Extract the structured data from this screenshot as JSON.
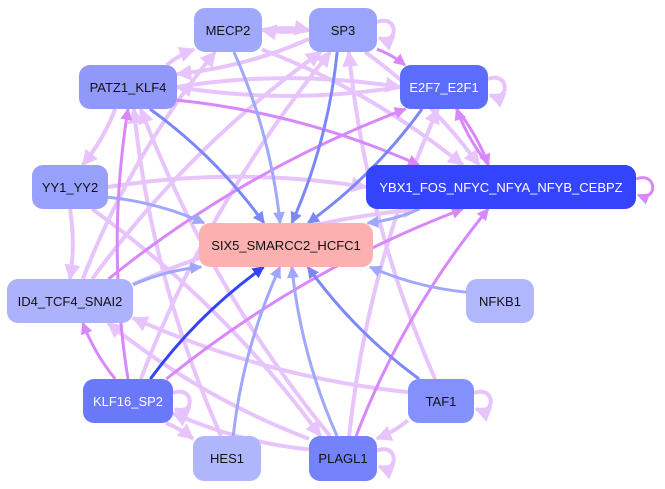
{
  "nodes": [
    {
      "id": "MECP2",
      "label": "MECP2",
      "color": "#a0a8fb",
      "text": "dark"
    },
    {
      "id": "SP3",
      "label": "SP3",
      "color": "#9aa4fc",
      "text": "dark"
    },
    {
      "id": "PATZ1_KLF4",
      "label": "PATZ1_KLF4",
      "color": "#9098f9",
      "text": "dark"
    },
    {
      "id": "E2F7_E2F1",
      "label": "E2F7_E2F1",
      "color": "#5c6cfc",
      "text": "light"
    },
    {
      "id": "YY1_YY2",
      "label": "YY1_YY2",
      "color": "#97a0fc",
      "text": "dark"
    },
    {
      "id": "YBX1",
      "label": "YBX1_FOS_NFYC_NFYA_NFYB_CEBPZ",
      "color": "#3344fc",
      "text": "light"
    },
    {
      "id": "SIX5",
      "label": "SIX5_SMARCC2_HCFC1",
      "color": "#fcb0b0",
      "text": "dark"
    },
    {
      "id": "ID4",
      "label": "ID4_TCF4_SNAI2",
      "color": "#acb3fc",
      "text": "dark"
    },
    {
      "id": "NFKB1",
      "label": "NFKB1",
      "color": "#b0b7fc",
      "text": "dark"
    },
    {
      "id": "KLF16_SP2",
      "label": "KLF16_SP2",
      "color": "#6a78fa",
      "text": "light"
    },
    {
      "id": "TAF1",
      "label": "TAF1",
      "color": "#8490fb",
      "text": "dark"
    },
    {
      "id": "HES1",
      "label": "HES1",
      "color": "#b0b6fc",
      "text": "dark"
    },
    {
      "id": "PLAGL1",
      "label": "PLAGL1",
      "color": "#7482fb",
      "text": "dark"
    }
  ],
  "edge_colors": {
    "light": "#e8c4fc",
    "mid": "#d888fc",
    "blue": "#a0a8fb",
    "strong_blue": "#7c88f8",
    "dark_blue": "#3344fc"
  },
  "edges": [
    [
      "MECP2",
      "SIX5",
      "blue"
    ],
    [
      "SP3",
      "SIX5",
      "strong_blue"
    ],
    [
      "PATZ1_KLF4",
      "SIX5",
      "strong_blue"
    ],
    [
      "E2F7_E2F1",
      "SIX5",
      "strong_blue"
    ],
    [
      "YY1_YY2",
      "SIX5",
      "blue"
    ],
    [
      "YBX1",
      "SIX5",
      "blue"
    ],
    [
      "ID4",
      "SIX5",
      "blue"
    ],
    [
      "NFKB1",
      "SIX5",
      "blue"
    ],
    [
      "KLF16_SP2",
      "SIX5",
      "dark_blue"
    ],
    [
      "TAF1",
      "SIX5",
      "strong_blue"
    ],
    [
      "HES1",
      "SIX5",
      "blue"
    ],
    [
      "PLAGL1",
      "SIX5",
      "blue"
    ],
    [
      "MECP2",
      "SP3",
      "light"
    ],
    [
      "SP3",
      "MECP2",
      "light"
    ],
    [
      "SP3",
      "SP3",
      "light"
    ],
    [
      "SP3",
      "E2F7_E2F1",
      "mid"
    ],
    [
      "PATZ1_KLF4",
      "E2F7_E2F1",
      "light"
    ],
    [
      "E2F7_E2F1",
      "PATZ1_KLF4",
      "light"
    ],
    [
      "PATZ1_KLF4",
      "YBX1",
      "mid"
    ],
    [
      "E2F7_E2F1",
      "E2F7_E2F1",
      "light"
    ],
    [
      "E2F7_E2F1",
      "YBX1",
      "mid"
    ],
    [
      "YBX1",
      "E2F7_E2F1",
      "mid"
    ],
    [
      "YBX1",
      "YBX1",
      "mid"
    ],
    [
      "YY1_YY2",
      "YBX1",
      "light"
    ],
    [
      "PATZ1_KLF4",
      "YY1_YY2",
      "light"
    ],
    [
      "YY1_YY2",
      "ID4",
      "light"
    ],
    [
      "KLF16_SP2",
      "ID4",
      "mid"
    ],
    [
      "KLF16_SP2",
      "YBX1",
      "mid"
    ],
    [
      "KLF16_SP2",
      "KLF16_SP2",
      "light"
    ],
    [
      "KLF16_SP2",
      "HES1",
      "light"
    ],
    [
      "PLAGL1",
      "KLF16_SP2",
      "light"
    ],
    [
      "TAF1",
      "PLAGL1",
      "light"
    ],
    [
      "TAF1",
      "TAF1",
      "light"
    ],
    [
      "PLAGL1",
      "PLAGL1",
      "light"
    ],
    [
      "TAF1",
      "ID4",
      "light"
    ],
    [
      "PLAGL1",
      "ID4",
      "light"
    ],
    [
      "PLAGL1",
      "YBX1",
      "mid"
    ],
    [
      "PLAGL1",
      "E2F7_E2F1",
      "light"
    ],
    [
      "PLAGL1",
      "PATZ1_KLF4",
      "light"
    ],
    [
      "HES1",
      "PATZ1_KLF4",
      "light"
    ],
    [
      "KLF16_SP2",
      "PATZ1_KLF4",
      "mid"
    ],
    [
      "KLF16_SP2",
      "SP3",
      "light"
    ],
    [
      "ID4",
      "SP3",
      "light"
    ],
    [
      "ID4",
      "MECP2",
      "light"
    ],
    [
      "PATZ1_KLF4",
      "MECP2",
      "light"
    ],
    [
      "SP3",
      "PATZ1_KLF4",
      "light"
    ],
    [
      "TAF1",
      "SP3",
      "light"
    ],
    [
      "ID4",
      "E2F7_E2F1",
      "mid"
    ],
    [
      "YY1_YY2",
      "PLAGL1",
      "light"
    ],
    [
      "SP3",
      "YBX1",
      "light"
    ],
    [
      "MECP2",
      "YBX1",
      "light"
    ],
    [
      "ID4",
      "YBX1",
      "light"
    ]
  ]
}
